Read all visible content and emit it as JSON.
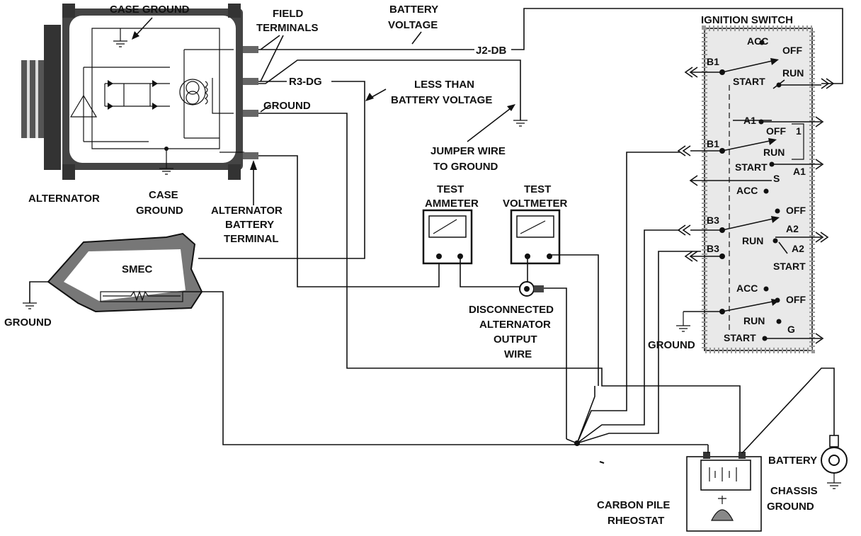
{
  "labels": {
    "case_ground_top": "CASE GROUND",
    "field_terminals_1": "FIELD",
    "field_terminals_2": "TERMINALS",
    "battery_voltage_1": "BATTERY",
    "battery_voltage_2": "VOLTAGE",
    "wire_j2": "J2-DB",
    "wire_r3": "R3-DG",
    "less_than_1": "LESS THAN",
    "less_than_2": "BATTERY VOLTAGE",
    "ground_terminal": "GROUND",
    "jumper_1": "JUMPER WIRE",
    "jumper_2": "TO GROUND",
    "alternator": "ALTERNATOR",
    "case_ground_bottom_1": "CASE",
    "case_ground_bottom_2": "GROUND",
    "alt_batt_1": "ALTERNATOR",
    "alt_batt_2": "BATTERY",
    "alt_batt_3": "TERMINAL",
    "test_ammeter_1": "TEST",
    "test_ammeter_2": "AMMETER",
    "test_voltmeter_1": "TEST",
    "test_voltmeter_2": "VOLTMETER",
    "smec": "SMEC",
    "ground_left": "GROUND",
    "disconnected_1": "DISCONNECTED",
    "disconnected_2": "ALTERNATOR",
    "disconnected_3": "OUTPUT",
    "disconnected_4": "WIRE",
    "carbon_pile_1": "CARBON PILE",
    "carbon_pile_2": "RHEOSTAT",
    "battery": "BATTERY",
    "chassis_1": "CHASSIS",
    "chassis_2": "GROUND",
    "ground_switch": "GROUND"
  },
  "ignition_switch": {
    "title": "IGNITION SWITCH",
    "acc1": "ACC",
    "off1": "OFF",
    "b1a": "B1",
    "run1": "RUN",
    "start1": "START",
    "a1a": "A1",
    "off2": "OFF",
    "one": "1",
    "b1b": "B1",
    "run2": "RUN",
    "start2": "START",
    "a1b": "A1",
    "s": "S",
    "acc2": "ACC",
    "off3": "OFF",
    "b3a": "B3",
    "a2a": "A2",
    "run3": "RUN",
    "b3b": "B3",
    "a2b": "A2",
    "start3": "START",
    "acc3": "ACC",
    "off4": "OFF",
    "run4": "RUN",
    "start4": "START",
    "g": "G"
  }
}
